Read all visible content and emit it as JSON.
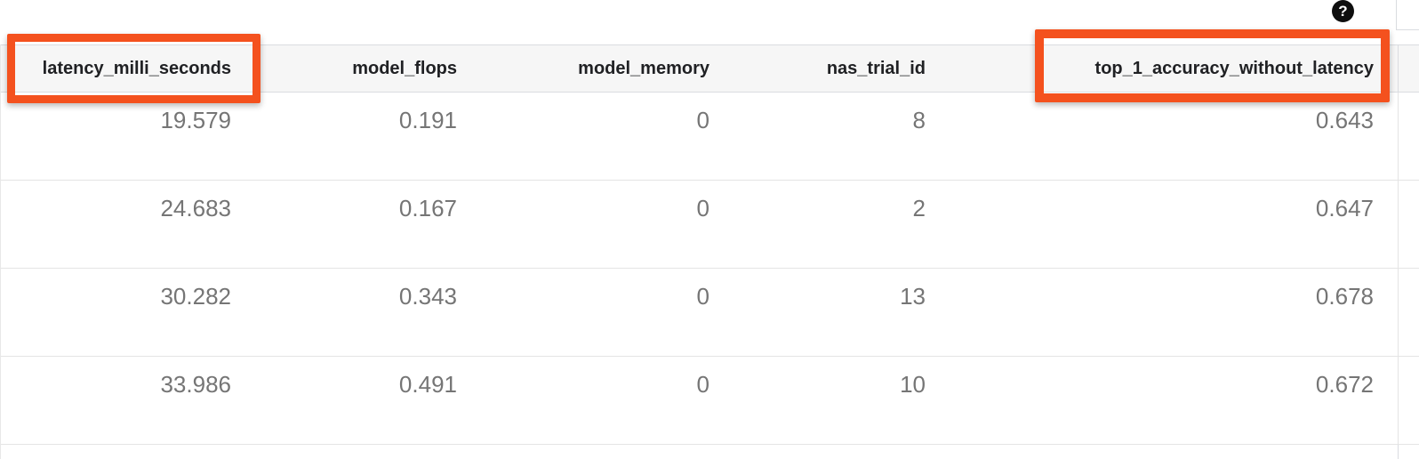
{
  "help": {
    "glyph": "?"
  },
  "table": {
    "columns": [
      "latency_milli_seconds",
      "model_flops",
      "model_memory",
      "nas_trial_id",
      "top_1_accuracy_without_latency"
    ],
    "rows": [
      [
        "19.579",
        "0.191",
        "0",
        "8",
        "0.643"
      ],
      [
        "24.683",
        "0.167",
        "0",
        "2",
        "0.647"
      ],
      [
        "30.282",
        "0.343",
        "0",
        "13",
        "0.678"
      ],
      [
        "33.986",
        "0.491",
        "0",
        "10",
        "0.672"
      ]
    ]
  },
  "annotations": {
    "highlight_color": "#f4511e",
    "highlighted_columns": [
      "latency_milli_seconds",
      "top_1_accuracy_without_latency"
    ]
  },
  "colors": {
    "header_bg": "#f6f6f6",
    "header_text": "#202124",
    "cell_text": "#757575",
    "border": "#dadce0",
    "row_border": "#e4e4e4",
    "help_icon_bg": "#0e0e0e"
  }
}
